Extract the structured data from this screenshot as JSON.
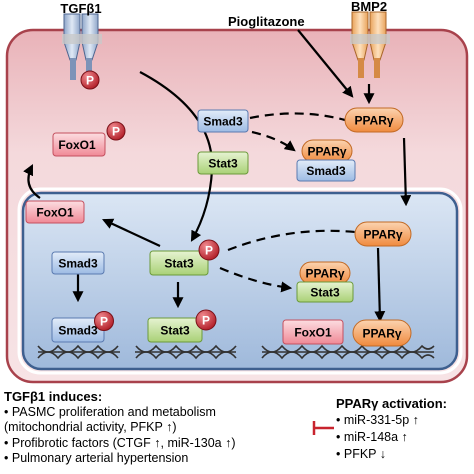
{
  "receptors": {
    "tgfb1": "TGFβ1",
    "bmp2": "BMP2"
  },
  "drug": "Pioglitazone",
  "phospho_label": "P",
  "cytoplasm": {
    "smad3": "Smad3",
    "stat3": "Stat3",
    "foxo1": "FoxO1",
    "pparg": "PPARγ",
    "complex_pparg": "PPARγ",
    "complex_smad3": "Smad3"
  },
  "nucleus": {
    "foxo1": "FoxO1",
    "smad3": "Smad3",
    "stat3": "Stat3",
    "pparg": "PPARγ",
    "complex_pparg": "PPARγ",
    "complex_stat3": "Stat3",
    "dna_smad3": "Smad3",
    "dna_stat3": "Stat3",
    "dna_foxo1": "FoxO1",
    "dna_pparg": "PPARγ"
  },
  "bottom_left": {
    "header": "TGFβ1 induces:",
    "items": [
      "PASMC proliferation and metabolism",
      "(mitochondrial activity, PFKP ↑)",
      "Profibrotic factors (CTGF ↑, miR-130a ↑)",
      "Pulmonary arterial hypertension"
    ]
  },
  "bottom_right": {
    "header": "PPARγ activation:",
    "items": [
      "miR-331-5p ↑",
      "miR-148a ↑",
      "PFKP ↓"
    ]
  },
  "colors": {
    "cell_fill": "#f1cfd3",
    "cell_border": "#b24a55",
    "nucleus_fill": "#b9cde4",
    "nucleus_border": "#4a6a99",
    "blue_node": "#bcd1ee",
    "green_node": "#c9e4a6",
    "pink_node": "#f6b2bc",
    "orange_node": "#f7b07a",
    "phospho": "#c8242e",
    "inhibit": "#c8242e"
  }
}
